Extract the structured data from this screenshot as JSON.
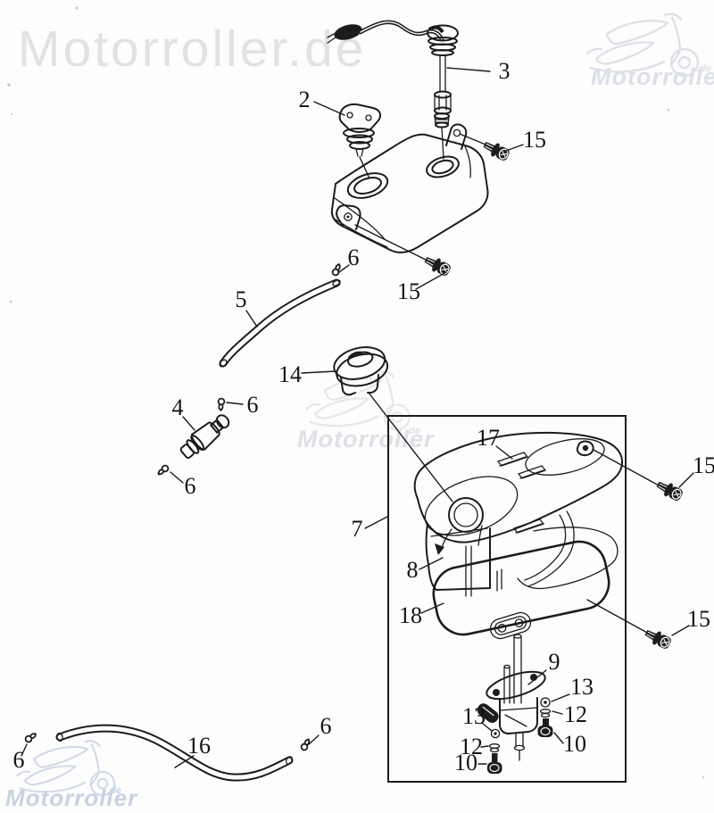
{
  "watermark": {
    "header_text": "Motorroller.de",
    "logo_text": "Motorroller",
    "logo_tld": ".de"
  },
  "diagram": {
    "type": "exploded-parts-diagram",
    "parts_visible": [
      "2",
      "3",
      "4",
      "5",
      "6",
      "7",
      "8",
      "9",
      "10",
      "12",
      "13",
      "14",
      "15",
      "16",
      "17",
      "18"
    ]
  },
  "callout_labels": {
    "part2": "2",
    "part3": "3",
    "part4": "4",
    "part5": "5",
    "part6": "6",
    "part7": "7",
    "part8": "8",
    "part9": "9",
    "part10": "10",
    "part12": "12",
    "part13": "13",
    "part14": "14",
    "part15": "15",
    "part16": "16",
    "part17": "17",
    "part18": "18"
  },
  "colors": {
    "line": "#1c1c1c",
    "watermark_header": "#e2e2e2",
    "watermark_logo_top_right": "#dfe1e8",
    "watermark_logo_center": "#e5e7ec",
    "watermark_logo_bottom_left": "#c9d2e2",
    "background": "#fdfdfd"
  }
}
